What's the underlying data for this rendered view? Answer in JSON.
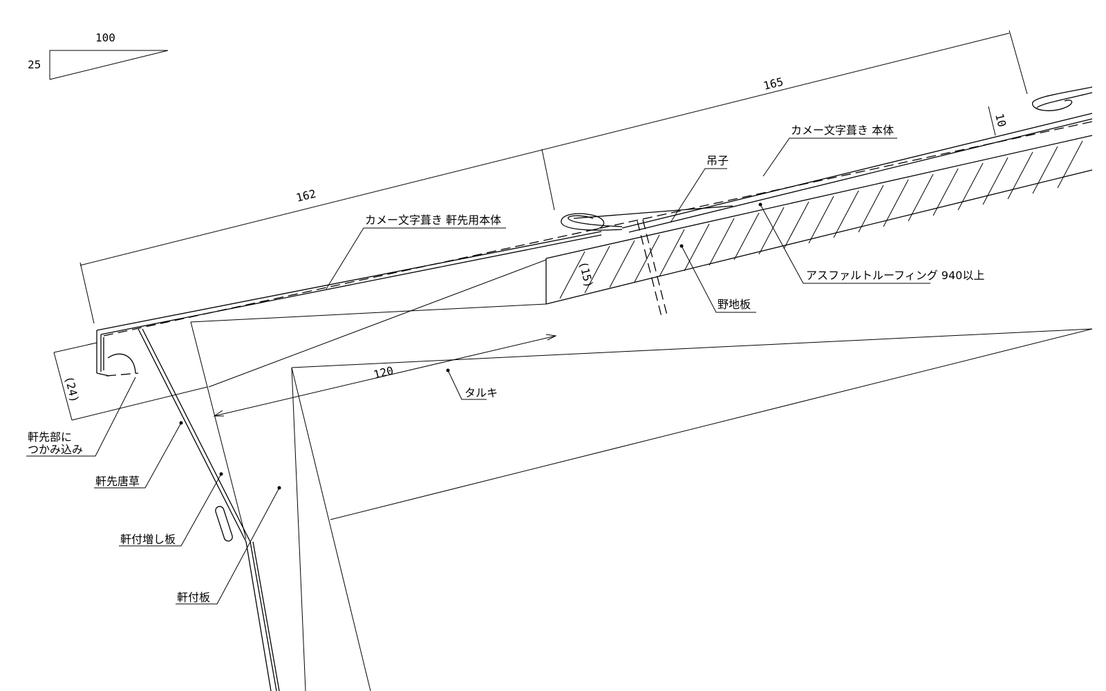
{
  "slope": {
    "run": "100",
    "rise": "25"
  },
  "dimensions": {
    "d162": "162",
    "d165": "165",
    "d120": "120",
    "d24": "(24)",
    "d15": "(15)",
    "d10": "10"
  },
  "labels": {
    "main_body": "カメー文字葺き 本体",
    "eaves_body": "カメー文字葺き 軒先用本体",
    "hanger": "吊子",
    "roofing": "アスファルトルーフィング 940以上",
    "sheathing": "野地板",
    "rafter": "タルキ",
    "grip_line1": "軒先部に",
    "grip_line2": "つかみ込み",
    "eaves_karakusa": "軒先唐草",
    "fascia_extension": "軒付増し板",
    "fascia_board": "軒付板"
  }
}
